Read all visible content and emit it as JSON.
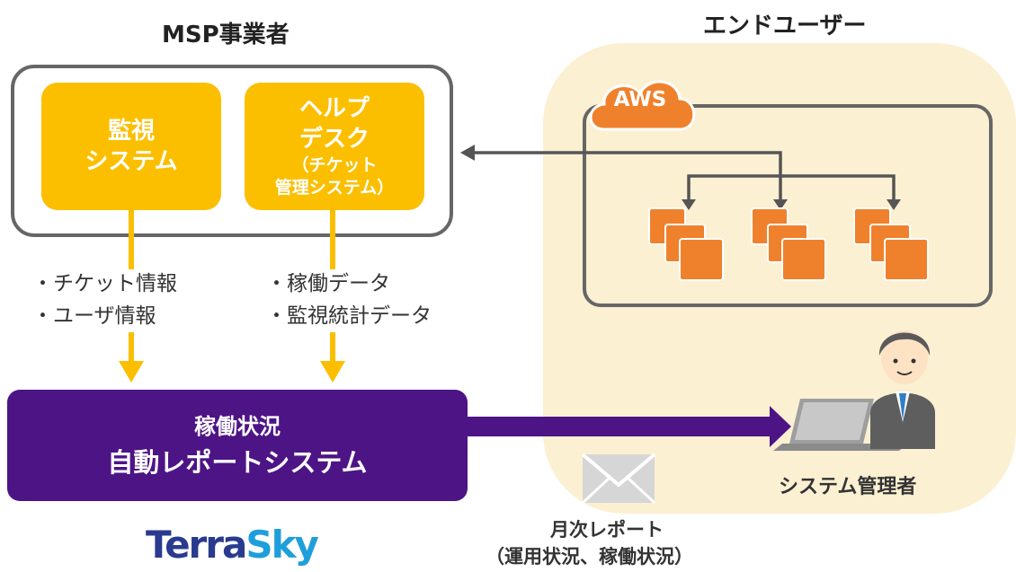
{
  "headings": {
    "msp": "MSP事業者",
    "enduser": "エンドユーザー"
  },
  "boxes": {
    "monitoring": {
      "line1": "監視",
      "line2": "システム"
    },
    "helpdesk": {
      "line1": "ヘルプ",
      "line2": "デスク",
      "line3": "（チケット",
      "line4": "管理システム）"
    },
    "report_system": {
      "line1": "稼働状況",
      "line2": "自動レポートシステム"
    }
  },
  "lists": {
    "left": [
      "・チケット情報",
      "・ユーザ情報"
    ],
    "right": [
      "・稼働データ",
      "・監視統計データ"
    ]
  },
  "aws": {
    "label": "AWS"
  },
  "system_admin": {
    "label": "システム管理者"
  },
  "monthly_report": {
    "line1": "月次レポート",
    "line2": "（運用状況、稼働状況）"
  },
  "logo": {
    "text_part1": "Terra",
    "text_part2": "Sky"
  },
  "colors": {
    "yellow": "#fbbf00",
    "purple": "#4d1485",
    "aws_orange": "#f0812c",
    "enduser_bg": "#fcf0d2",
    "border_gray": "#666666"
  }
}
